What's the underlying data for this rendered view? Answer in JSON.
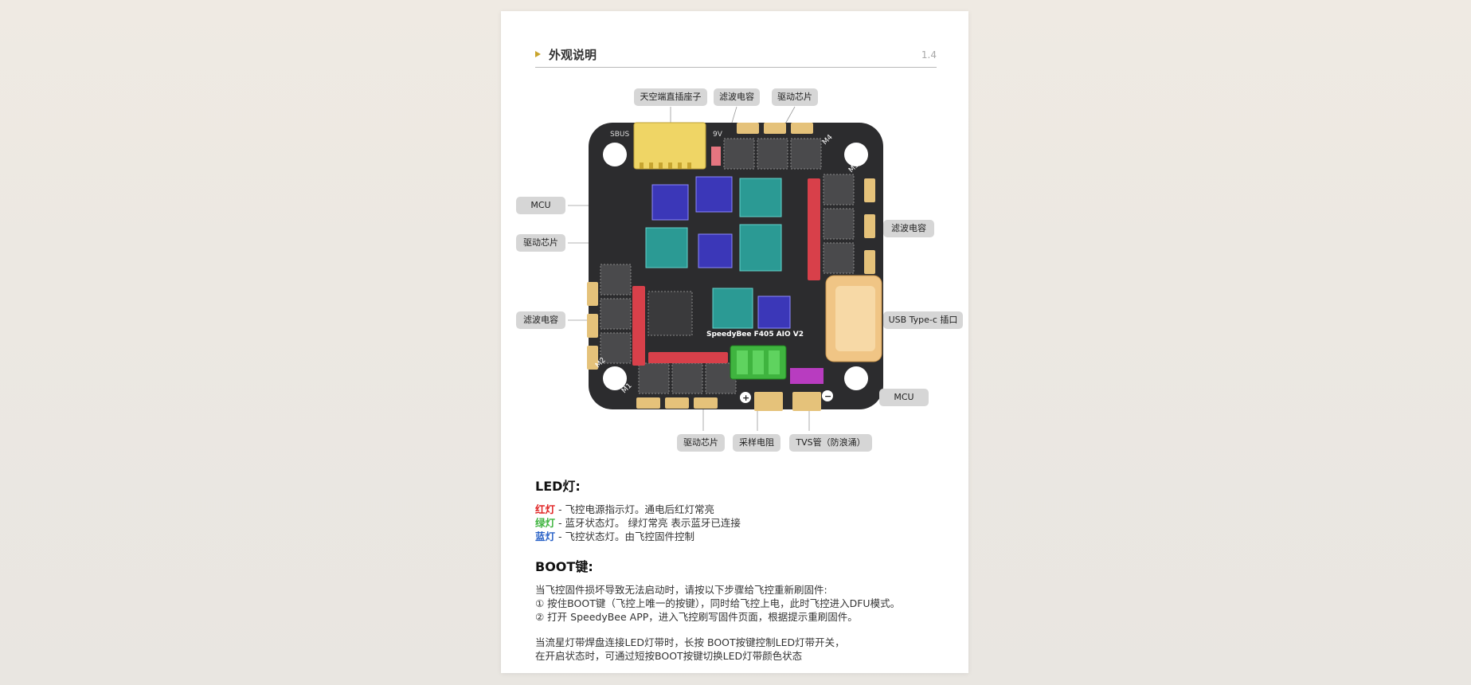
{
  "header": {
    "title": "外观说明",
    "page_number": "1.4"
  },
  "board": {
    "name": "SpeedyBee F405 AIO V2",
    "silk_sbus": "SBUS",
    "silk_9v": "9V",
    "silk_m1": "M1",
    "silk_m2": "M2",
    "silk_m3": "M3",
    "silk_m4": "M4",
    "plus": "+",
    "minus": "−"
  },
  "callouts": {
    "top_receiver_socket": "天空端直插座子",
    "top_filter_cap": "滤波电容",
    "top_driver_chip": "驱动芯片",
    "left_mcu": "MCU",
    "left_driver_chip": "驱动芯片",
    "left_filter_cap": "滤波电容",
    "right_filter_cap": "滤波电容",
    "right_usb": "USB Type-c 插口",
    "right_mcu": "MCU",
    "bottom_driver_chip": "驱动芯片",
    "bottom_sense_resistor": "采样电阻",
    "bottom_tvs": "TVS管（防浪涌）"
  },
  "led": {
    "heading": "LED灯:",
    "red_name": "红灯",
    "red_desc": " - 飞控电源指示灯。通电后红灯常亮",
    "green_name": "绿灯",
    "green_desc": " - 蓝牙状态灯。 绿灯常亮 表示蓝牙已连接",
    "blue_name": "蓝灯",
    "blue_desc": " - 飞控状态灯。由飞控固件控制"
  },
  "boot": {
    "heading": "BOOT键:",
    "intro": "当飞控固件损坏导致无法启动时，请按以下步骤给飞控重新刷固件:",
    "step1": "① 按住BOOT键（飞控上唯一的按键），同时给飞控上电，此时飞控进入DFU模式。",
    "step2": "② 打开 SpeedyBee APP，进入飞控刷写固件页面，根据提示重刷固件。",
    "led_strip_1": "当流星灯带焊盘连接LED灯带时，长按 BOOT按键控制LED灯带开关，",
    "led_strip_2": "在开启状态时，可通过短按BOOT按键切换LED灯带颜色状态"
  },
  "colors": {
    "red": "#e02323",
    "green": "#3fb43f",
    "blue": "#2a62c7",
    "accent": "#c9a42b"
  }
}
